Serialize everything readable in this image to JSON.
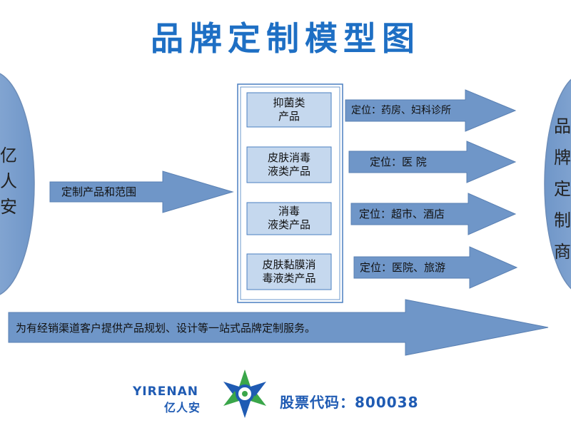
{
  "title": "品牌定制模型图",
  "left_entity": [
    "亿",
    "人",
    "安"
  ],
  "right_entity": [
    "品",
    "牌",
    "定",
    "制",
    "商"
  ],
  "input_arrow": "定制产品和范围",
  "products": [
    [
      "抑菌类",
      "产品"
    ],
    [
      "皮肤消毒",
      "液类产品"
    ],
    [
      "消毒",
      "液类产品"
    ],
    [
      "皮肤黏膜消",
      "毒液类产品"
    ]
  ],
  "positions": [
    "定位：药房、妇科诊所",
    "定位：医  院",
    "定位：超市、酒店",
    "定位：医院、旅游"
  ],
  "bottom_arrow": "为有经销渠道客户提供产品规划、设计等一站式品牌定制服务。",
  "logo": {
    "en": "YIRENAN",
    "cn": "亿人安"
  },
  "stock_code": "股票代码：800038",
  "colors": {
    "title": "#1e6fc4",
    "arrow_fill": "#6f96c8",
    "box_fill": "#c5d8ee",
    "box_stroke": "#4a7fc0",
    "logo": "#1f5bb3",
    "logo_green": "#3aa64a"
  }
}
